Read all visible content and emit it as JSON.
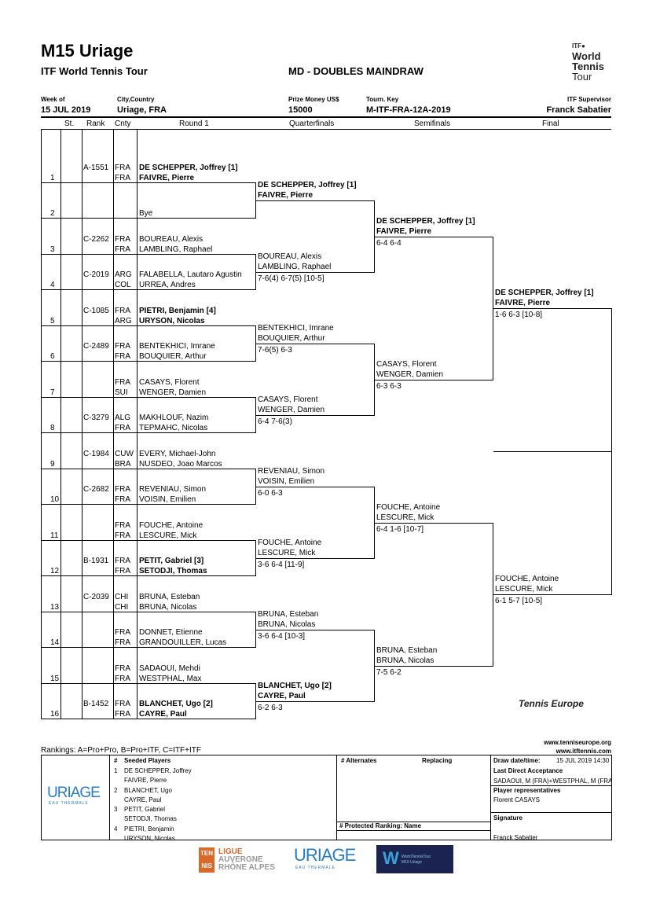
{
  "header": {
    "title": "M15 Uriage",
    "tour": "ITF World Tennis Tour",
    "draw_type": "MD - DOUBLES MAINDRAW",
    "logo": "ITF World Tennis Tour",
    "week_label": "Week of",
    "week": "15 JUL 2019",
    "city_label": "City,Country",
    "city": "Uriage, FRA",
    "prize_label": "Prize Money US$",
    "prize": "15000",
    "key_label": "Tourn. Key",
    "key": "M-ITF-FRA-12A-2019",
    "sup_label": "ITF Supervisor",
    "supervisor": "Franck Sabatier"
  },
  "columns": {
    "st": "St.",
    "rank": "Rank",
    "cnty": "Cnty",
    "r1": "Round 1",
    "qf": "Quarterfinals",
    "sf": "Semifinals",
    "f": "Final"
  },
  "round1": [
    {
      "num": "1",
      "st": "",
      "rank": "A-1551",
      "cnty": [
        "FRA",
        "FRA"
      ],
      "names": [
        "DE SCHEPPER, Joffrey [1]",
        "FAIVRE, Pierre"
      ],
      "bold": true
    },
    {
      "num": "2",
      "st": "",
      "rank": "",
      "cnty": [
        "",
        ""
      ],
      "names": [
        "",
        "Bye"
      ],
      "bold": false
    },
    {
      "num": "3",
      "st": "",
      "rank": "C-2262",
      "cnty": [
        "FRA",
        "FRA"
      ],
      "names": [
        "BOUREAU, Alexis",
        "LAMBLING, Raphael"
      ],
      "bold": false
    },
    {
      "num": "4",
      "st": "",
      "rank": "C-2019",
      "cnty": [
        "ARG",
        "COL"
      ],
      "names": [
        "FALABELLA, Lautaro Agustin",
        "URREA, Andres"
      ],
      "bold": false
    },
    {
      "num": "5",
      "st": "",
      "rank": "C-1085",
      "cnty": [
        "FRA",
        "ARG"
      ],
      "names": [
        "PIETRI, Benjamin [4]",
        "URYSON, Nicolas"
      ],
      "bold": true
    },
    {
      "num": "6",
      "st": "",
      "rank": "C-2489",
      "cnty": [
        "FRA",
        "FRA"
      ],
      "names": [
        "BENTEKHICI, Imrane",
        "BOUQUIER, Arthur"
      ],
      "bold": false
    },
    {
      "num": "7",
      "st": "",
      "rank": "",
      "cnty": [
        "FRA",
        "SUI"
      ],
      "names": [
        "CASAYS, Florent",
        "WENGER, Damien"
      ],
      "bold": false
    },
    {
      "num": "8",
      "st": "",
      "rank": "C-3279",
      "cnty": [
        "ALG",
        "FRA"
      ],
      "names": [
        "MAKHLOUF, Nazim",
        "TEPMAHC, Nicolas"
      ],
      "bold": false
    },
    {
      "num": "9",
      "st": "",
      "rank": "C-1984",
      "cnty": [
        "CUW",
        "BRA"
      ],
      "names": [
        "EVERY, Michael-John",
        "NUSDEO, Joao Marcos"
      ],
      "bold": false
    },
    {
      "num": "10",
      "st": "",
      "rank": "C-2682",
      "cnty": [
        "FRA",
        "FRA"
      ],
      "names": [
        "REVENIAU, Simon",
        "VOISIN, Emilien"
      ],
      "bold": false
    },
    {
      "num": "11",
      "st": "",
      "rank": "",
      "cnty": [
        "FRA",
        "FRA"
      ],
      "names": [
        "FOUCHE, Antoine",
        "LESCURE, Mick"
      ],
      "bold": false
    },
    {
      "num": "12",
      "st": "",
      "rank": "B-1931",
      "cnty": [
        "FRA",
        "FRA"
      ],
      "names": [
        "PETIT, Gabriel [3]",
        "SETODJI, Thomas"
      ],
      "bold": true
    },
    {
      "num": "13",
      "st": "",
      "rank": "C-2039",
      "cnty": [
        "CHI",
        "CHI"
      ],
      "names": [
        "BRUNA, Esteban",
        "BRUNA, Nicolas"
      ],
      "bold": false
    },
    {
      "num": "14",
      "st": "",
      "rank": "",
      "cnty": [
        "FRA",
        "FRA"
      ],
      "names": [
        "DONNET, Etienne",
        "GRANDOUILLER, Lucas"
      ],
      "bold": false
    },
    {
      "num": "15",
      "st": "",
      "rank": "",
      "cnty": [
        "FRA",
        "FRA"
      ],
      "names": [
        "SADAOUI, Mehdi",
        "WESTPHAL, Max"
      ],
      "bold": false
    },
    {
      "num": "16",
      "st": "",
      "rank": "B-1452",
      "cnty": [
        "FRA",
        "FRA"
      ],
      "names": [
        "BLANCHET, Ugo [2]",
        "CAYRE, Paul"
      ],
      "bold": true
    }
  ],
  "rounds": [
    [
      {
        "names": [
          "DE SCHEPPER, Joffrey [1]",
          "FAIVRE, Pierre"
        ],
        "bold": true,
        "score": ""
      },
      {
        "names": [
          "BOUREAU, Alexis",
          "LAMBLING, Raphael"
        ],
        "bold": false,
        "score": "7-6(4) 6-7(5) [10-5]"
      },
      {
        "names": [
          "BENTEKHICI, Imrane",
          "BOUQUIER, Arthur"
        ],
        "bold": false,
        "score": "7-6(5) 6-3"
      },
      {
        "names": [
          "CASAYS, Florent",
          "WENGER, Damien"
        ],
        "bold": false,
        "score": "6-4 7-6(3)"
      },
      {
        "names": [
          "REVENIAU, Simon",
          "VOISIN, Emilien"
        ],
        "bold": false,
        "score": "6-0 6-3"
      },
      {
        "names": [
          "FOUCHE, Antoine",
          "LESCURE, Mick"
        ],
        "bold": false,
        "score": "3-6 6-4 [11-9]"
      },
      {
        "names": [
          "BRUNA, Esteban",
          "BRUNA, Nicolas"
        ],
        "bold": false,
        "score": "3-6 6-4 [10-3]"
      },
      {
        "names": [
          "BLANCHET, Ugo [2]",
          "CAYRE, Paul"
        ],
        "bold": true,
        "score": "6-2 6-3"
      }
    ],
    [
      {
        "names": [
          "DE SCHEPPER, Joffrey [1]",
          "FAIVRE, Pierre"
        ],
        "bold": true,
        "score": "6-4 6-4"
      },
      {
        "names": [
          "CASAYS, Florent",
          "WENGER, Damien"
        ],
        "bold": false,
        "score": "6-3 6-3"
      },
      {
        "names": [
          "FOUCHE, Antoine",
          "LESCURE, Mick"
        ],
        "bold": false,
        "score": "6-4 1-6 [10-7]"
      },
      {
        "names": [
          "BRUNA, Esteban",
          "BRUNA, Nicolas"
        ],
        "bold": false,
        "score": "7-5 6-2"
      }
    ],
    [
      {
        "names": [
          "DE SCHEPPER, Joffrey [1]",
          "FAIVRE, Pierre"
        ],
        "bold": true,
        "score": "1-6 6-3 [10-8]"
      },
      {
        "names": [
          "FOUCHE, Antoine",
          "LESCURE, Mick"
        ],
        "bold": false,
        "score": "6-1 5-7 [10-5]"
      }
    ]
  ],
  "footer": {
    "rankings": "Rankings: A=Pro+Pro, B=Pro+ITF, C=ITF+ITF",
    "url1": "www.tenniseurope.org",
    "url2": "www.itftennis.com",
    "te_logo": "Tennis Europe",
    "seeded_hdr": "#",
    "seeded_title": "Seeded Players",
    "seeds": [
      {
        "n": "1",
        "p": [
          "DE SCHEPPER, Joffrey",
          "FAIVRE, Pierre"
        ]
      },
      {
        "n": "2",
        "p": [
          "BLANCHET, Ugo",
          "CAYRE, Paul"
        ]
      },
      {
        "n": "3",
        "p": [
          "PETIT, Gabriel",
          "SETODJI, Thomas"
        ]
      },
      {
        "n": "4",
        "p": [
          "PIETRI, Benjamin",
          "URYSON, Nicolas"
        ]
      }
    ],
    "alternates": "# Alternates",
    "replacing": "Replacing",
    "protected": "# Protected Ranking: Name",
    "draw_date_label": "Draw date/time:",
    "draw_date": "15 JUL 2019 14:30",
    "lda_label": "Last Direct Acceptance",
    "lda": "SADAOUI, M (FRA)+WESTPHAL, M (FRA",
    "rep_label": "Player representatives",
    "rep": "Florent CASAYS",
    "sig_label": "Signature",
    "sig": "Franck Sabatier",
    "uriage": "URIAGE",
    "uriage_sub": "EAU THERMALE",
    "ligue": [
      "LIGUE",
      "AUVERGNE",
      "RHÔNE ALPES"
    ],
    "ten": [
      "TEN",
      "NIS"
    ],
    "wtt": [
      "WorldTennisTour",
      "M15 Uriage"
    ]
  }
}
